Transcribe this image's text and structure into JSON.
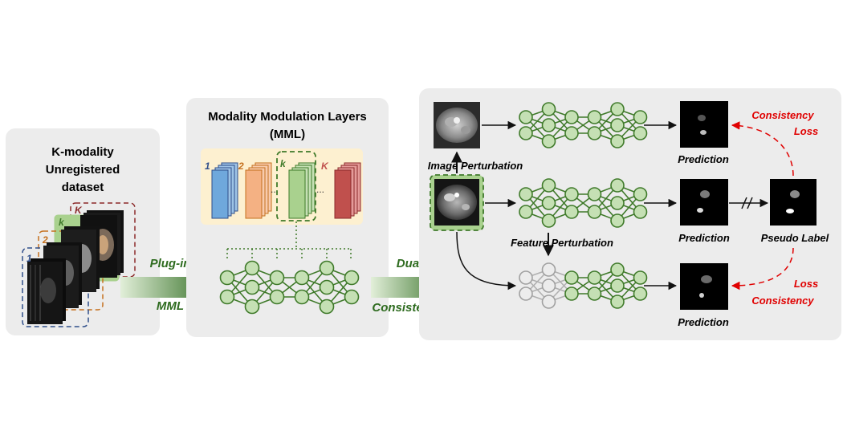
{
  "panel1": {
    "title_line1": "K-modality",
    "title_line2": "Unregistered",
    "title_line3": "dataset",
    "stack_labels": [
      "1",
      "2",
      "k",
      "K"
    ]
  },
  "panel2": {
    "title_line1": "Modality Modulation Layers",
    "title_line2": "(MML)",
    "block_labels": [
      "1",
      "2",
      "k",
      "K"
    ],
    "dots": "..."
  },
  "arrow1": {
    "line1": "Plug-in",
    "line2": "MML"
  },
  "arrow2": {
    "line1": "Dual",
    "line2": "Consistency"
  },
  "panel3": {
    "image_perturbation": "Image Perturbation",
    "feature_perturbation": "Feature Perturbation",
    "prediction_top": "Prediction",
    "prediction_mid": "Prediction",
    "prediction_bot": "Prediction",
    "pseudo_label": "Pseudo Label",
    "consistency_top_line1": "Consistency",
    "consistency_top_line2": "Loss",
    "consistency_bot_line1": "Loss",
    "consistency_bot_line2": "Consistency"
  },
  "colors": {
    "panel_bg": "#ececec",
    "node_fill": "#c5e0b4",
    "node_stroke": "#3f7a2a",
    "blue": "#6fa8dc",
    "orange": "#f4b183",
    "green": "#a9d18e",
    "red": "#c0504d",
    "mml_bg": "#fdf0d0",
    "loss_red": "#e00000"
  }
}
